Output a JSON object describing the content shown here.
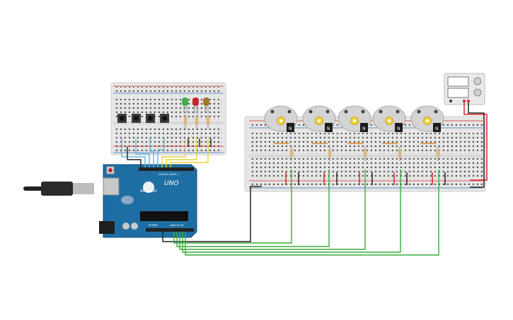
{
  "board": {
    "logo_text": "UNO",
    "brand_text": "ARDUINO",
    "power_label": "POWER",
    "analog_label": "ANALOG IN",
    "digital_label": "DIGITAL (PWM~)",
    "color": "#1f6ea3"
  },
  "motors": {
    "count": 5,
    "driver_label": "N"
  },
  "breadboards": {
    "small": "control",
    "large": "motor"
  },
  "leds": [
    {
      "color": "#3bb24a"
    },
    {
      "color": "#c8232c"
    },
    {
      "color": "#a5742a"
    }
  ],
  "pushbuttons": {
    "count": 4
  },
  "power_supply": {
    "terminals": [
      "-",
      "+"
    ]
  },
  "wire_colors": {
    "signal": "#3aaa3a",
    "ground": "#222222",
    "power": "#d9252a",
    "button": "#64b7d6",
    "led": "#e8cf3a"
  }
}
